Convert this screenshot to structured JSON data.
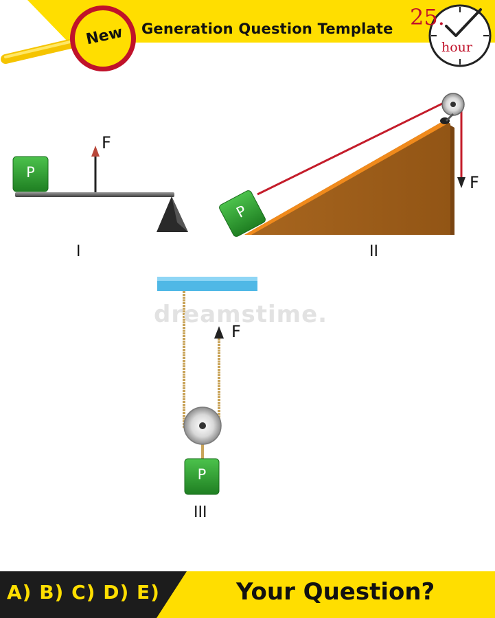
{
  "header": {
    "badge": "New",
    "title": "Generation Question Template",
    "timer_number": "25.",
    "timer_unit": "hour"
  },
  "diagram": {
    "systems": [
      {
        "label": "I",
        "block_label": "P",
        "force_label": "F"
      },
      {
        "label": "II",
        "block_label": "P",
        "force_label": "F"
      },
      {
        "label": "III",
        "block_label": "P",
        "force_label": "F"
      }
    ],
    "watermark": "dreamstime."
  },
  "footer": {
    "choices": "A) B) C) D) E)",
    "question": "Your Question?"
  },
  "colors": {
    "header_yellow": "#ffde00",
    "footer_dark": "#1c1c1c",
    "block_green": "#2e9e2e",
    "ramp_brown": "#a0621f",
    "rope_red": "#c41c2a",
    "rope_tan": "#c9a45a",
    "ceiling_blue": "#4fb8e6",
    "timer_red": "#c0122a"
  }
}
